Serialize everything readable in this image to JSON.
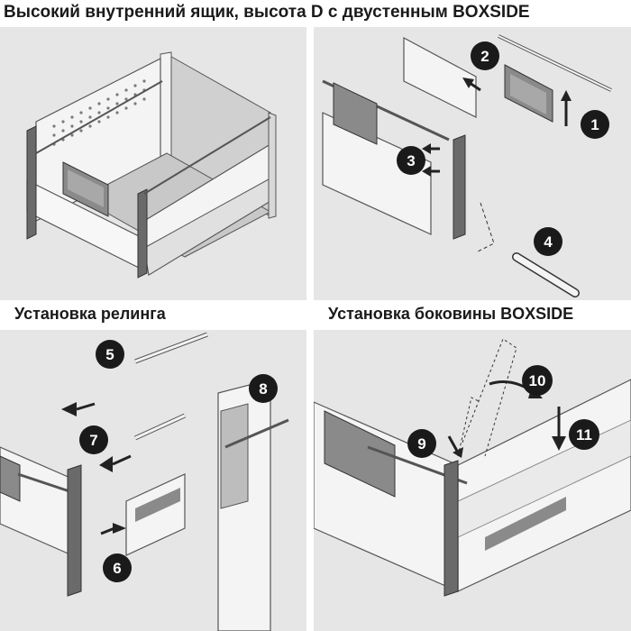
{
  "title": "Высокий внутренний ящик, высота D с двустенным BOXSIDE",
  "sections": {
    "railing": "Установка релинга",
    "boxside": "Установка боковины BOXSIDE"
  },
  "steps": [
    "1",
    "2",
    "3",
    "4",
    "5",
    "6",
    "7",
    "8",
    "9",
    "10",
    "11"
  ],
  "colors": {
    "background": "#e6e6e6",
    "badge": "#1a1a1a",
    "metal_dark": "#666666",
    "metal_light": "#f4f4f4"
  }
}
